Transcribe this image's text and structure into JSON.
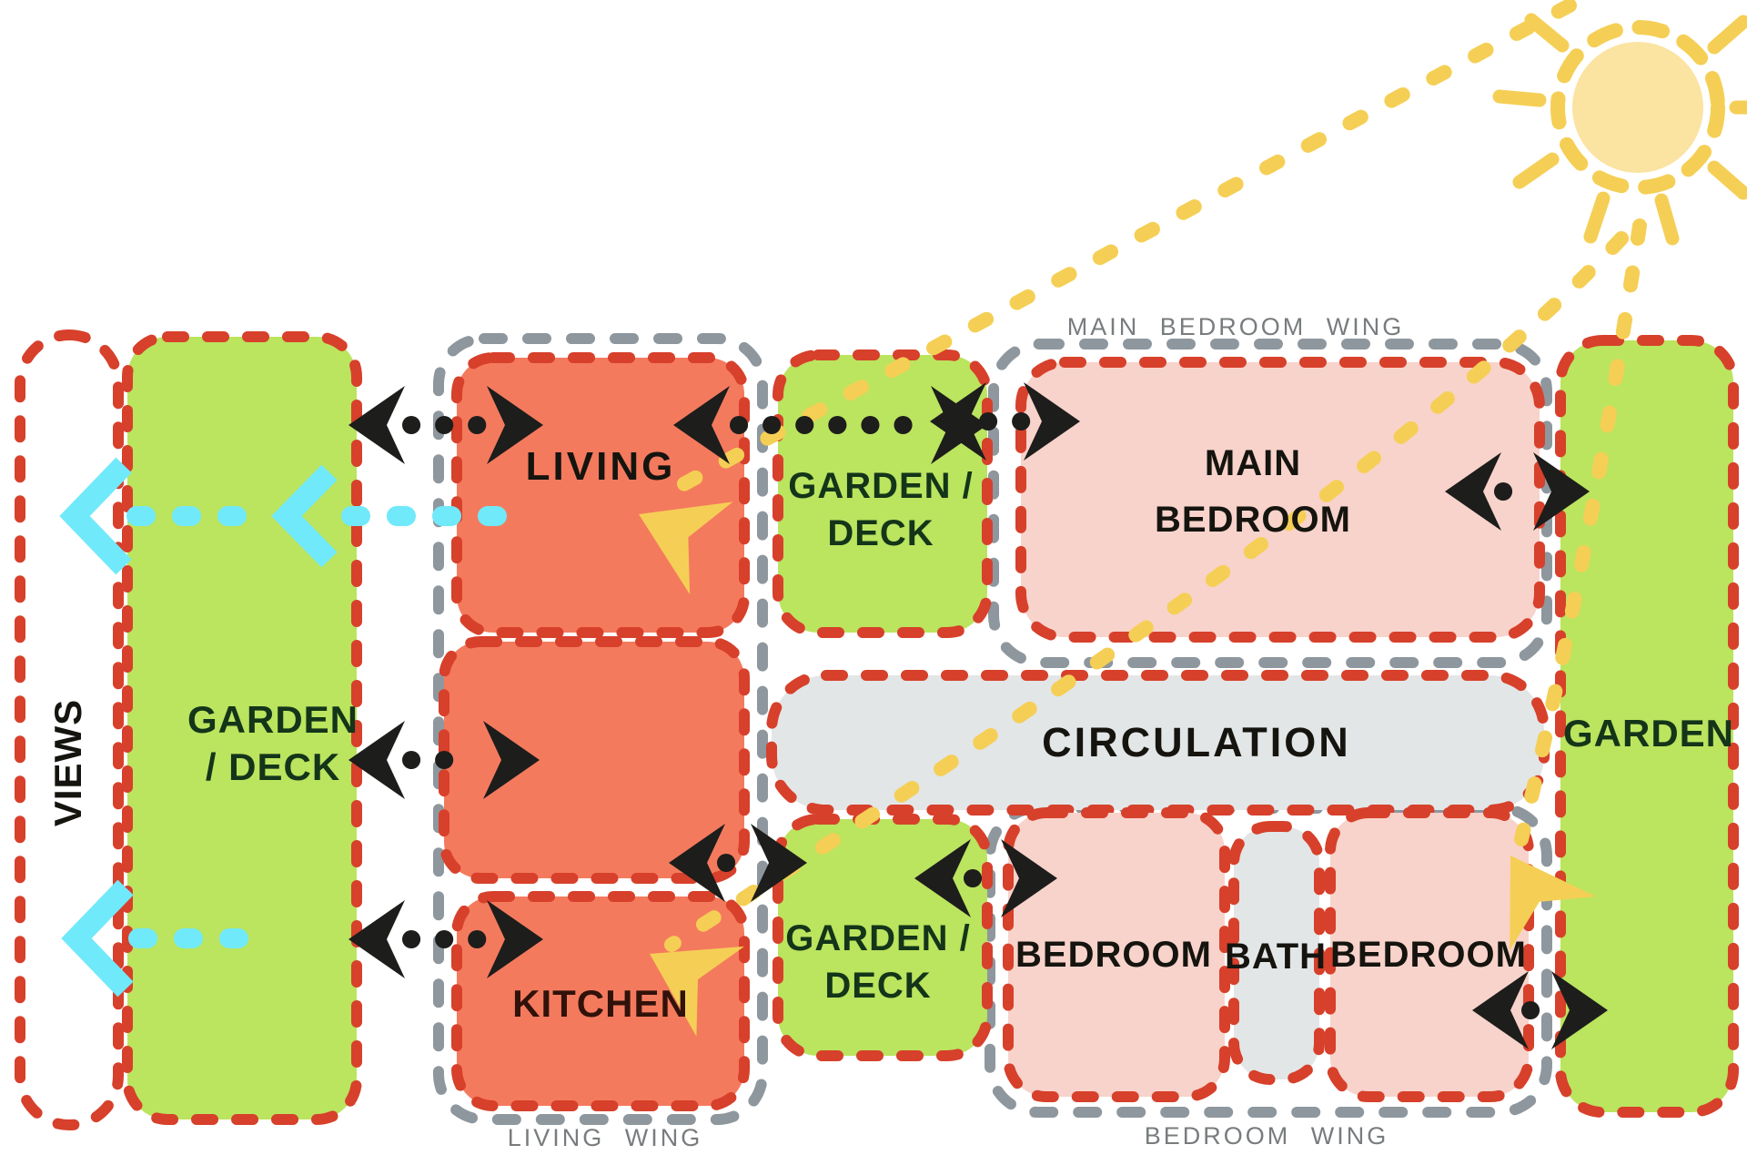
{
  "wings": {
    "main_bedroom": "MAIN BEDROOM  WING",
    "living": "LIVING  WING",
    "bedroom": "BEDROOM  WING"
  },
  "rooms": {
    "views": "VIEWS",
    "garden_deck_left": {
      "line1": "GARDEN",
      "line2": "/ DECK"
    },
    "living": "LIVING",
    "kitchen": "KITCHEN",
    "garden_deck_top": {
      "line1": "GARDEN /",
      "line2": "DECK"
    },
    "garden_deck_bottom": {
      "line1": "GARDEN /",
      "line2": "DECK"
    },
    "main_bedroom": {
      "line1": "MAIN",
      "line2": "BEDROOM"
    },
    "circulation": "CIRCULATION",
    "bedroom_left": "BEDROOM",
    "bath": "BATH",
    "bedroom_right": "BEDROOM",
    "garden_right": "GARDEN"
  },
  "colors": {
    "garden_green": "#BBE45F",
    "room_orange": "#F47A5E",
    "bedroom_pink": "#F8D3CB",
    "gray_fill": "#E2E6E7",
    "views_white": "#FFFFFF",
    "dash_red": "#D7402B",
    "dash_gray": "#8E979D",
    "arrow_black": "#1D1D1B",
    "views_cyan": "#70E9FA",
    "sun_yellow": "#F5CF55",
    "sun_body": "#FBE3A2",
    "wing_label_gray": "#787C7E",
    "label_dark": "#15140F",
    "label_green": "#143519",
    "label_kitchen": "#31120A"
  }
}
